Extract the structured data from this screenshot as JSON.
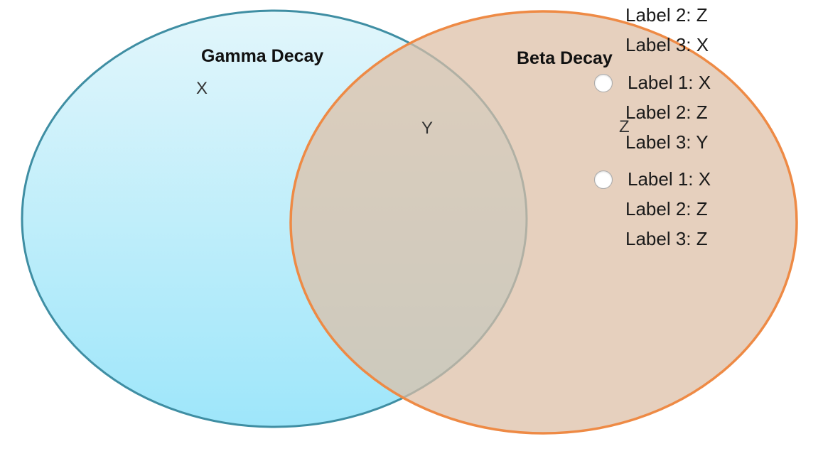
{
  "diagram": {
    "left_circle": {
      "title": "Gamma Decay",
      "label": "X",
      "fill_top": "#e2f6fb",
      "fill_bottom": "#9ee6fa",
      "stroke": "#3f8ea3"
    },
    "right_circle": {
      "title": "Beta Decay",
      "label": "Z",
      "fill": "#e3cbb8",
      "stroke": "#ee8a45"
    },
    "overlap_label": "Y"
  },
  "options": [
    {
      "lines": [
        "Label 2: Z",
        "Label 3: X"
      ],
      "partial": true
    },
    {
      "lines": [
        "Label 1: X",
        "Label 2: Z",
        "Label 3: Y"
      ]
    },
    {
      "lines": [
        "Label 1: X",
        "Label 2: Z",
        "Label 3: Z"
      ]
    }
  ]
}
